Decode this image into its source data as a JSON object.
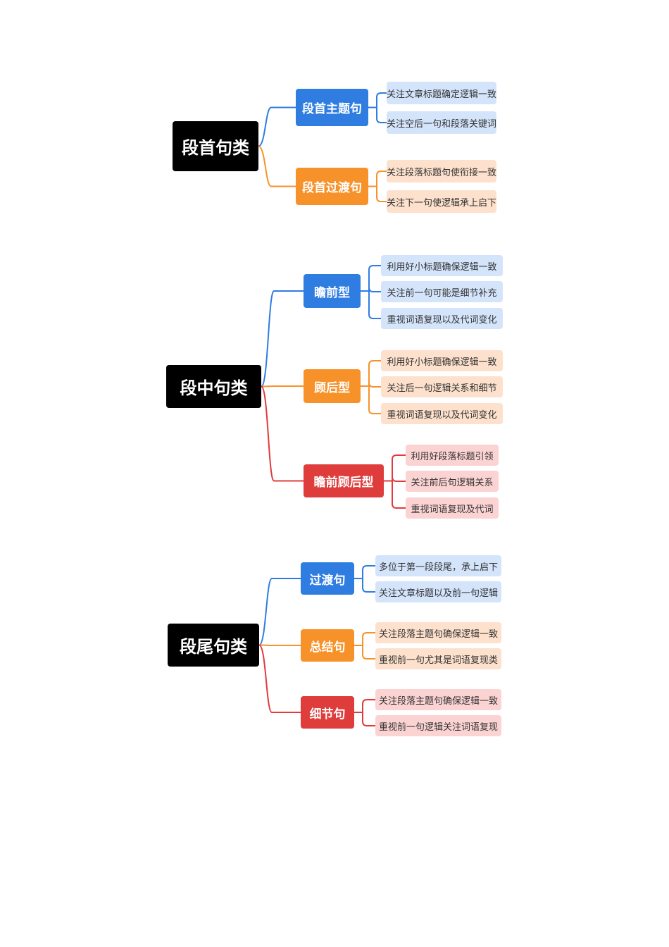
{
  "colors": {
    "blue": "#2f7de1",
    "orange": "#f7922b",
    "red": "#df3c3c",
    "root": "#000000"
  },
  "groups": [
    {
      "root": "段首句类",
      "branches": [
        {
          "label": "段首主题句",
          "color": "blue",
          "leaves": [
            "关注文章标题确定逻辑一致",
            "关注空后一句和段落关键词"
          ]
        },
        {
          "label": "段首过渡句",
          "color": "orange",
          "leaves": [
            "关注段落标题句使衔接一致",
            "关注下一句使逻辑承上启下"
          ]
        }
      ]
    },
    {
      "root": "段中句类",
      "branches": [
        {
          "label": "瞻前型",
          "color": "blue",
          "leaves": [
            "利用好小标题确保逻辑一致",
            "关注前一句可能是细节补充",
            "重视词语复现以及代词变化"
          ]
        },
        {
          "label": "顾后型",
          "color": "orange",
          "leaves": [
            "利用好小标题确保逻辑一致",
            "关注后一句逻辑关系和细节",
            "重视词语复现以及代词变化"
          ]
        },
        {
          "label": "瞻前顾后型",
          "color": "red",
          "leaves": [
            "利用好段落标题引领",
            "关注前后句逻辑关系",
            "重视词语复现及代词"
          ]
        }
      ]
    },
    {
      "root": "段尾句类",
      "branches": [
        {
          "label": "过渡句",
          "color": "blue",
          "leaves": [
            "多位于第一段段尾，承上启下",
            "关注文章标题以及前一句逻辑"
          ]
        },
        {
          "label": "总结句",
          "color": "orange",
          "leaves": [
            "关注段落主题句确保逻辑一致",
            "重视前一句尤其是词语复现类"
          ]
        },
        {
          "label": "细节句",
          "color": "red",
          "leaves": [
            "关注段落主题句确保逻辑一致",
            "重视前一句逻辑关注词语复现"
          ]
        }
      ]
    }
  ]
}
